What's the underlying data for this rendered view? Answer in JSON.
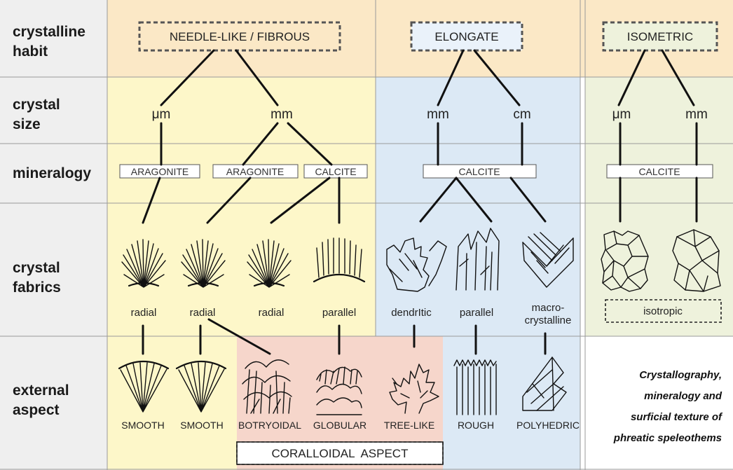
{
  "rows": {
    "habit": "crystalline habit",
    "habit_l1": "crystalline",
    "habit_l2": "habit",
    "size_l1": "crystal",
    "size_l2": "size",
    "mineralogy": "mineralogy",
    "fabrics_l1": "crystal",
    "fabrics_l2": "fabrics",
    "aspect_l1": "external",
    "aspect_l2": "aspect"
  },
  "habits": {
    "needle": "NEEDLE-LIKE / FIBROUS",
    "elongate": "ELONGATE",
    "isometric": "ISOMETRIC"
  },
  "sizes": {
    "needle_um": "μm",
    "needle_mm": "mm",
    "elongate_mm": "mm",
    "elongate_cm": "cm",
    "iso_um": "μm",
    "iso_mm": "mm"
  },
  "minerals": {
    "m1": "ARAGONITE",
    "m2": "ARAGONITE",
    "m3": "CALCITE",
    "m4": "CALCITE",
    "m5": "CALCITE"
  },
  "fabrics": {
    "f1": "radial",
    "f2": "radial",
    "f3": "radial",
    "f4": "parallel",
    "f5": "dendrItic",
    "f6": "parallel",
    "f7_l1": "macro-",
    "f7_l2": "crystalline",
    "f8": "isotropic"
  },
  "aspects": {
    "a1": "SMOOTH",
    "a2": "SMOOTH",
    "a3": "BOTRYOIDAL",
    "a4": "GLOBULAR",
    "a5": "TREE-LIKE",
    "a6": "ROUGH",
    "a7": "POLYHEDRIC"
  },
  "coralloidal": "CORALLOIDAL  ASPECT",
  "caption": {
    "l1": "Crystallography,",
    "l2": "mineralogy and",
    "l3": "surficial texture of",
    "l4": "phreatic speleothems"
  },
  "colors": {
    "label_bg": "#efefef",
    "habit_bg": "#fbe8c6",
    "needle_bg": "#fdf7c9",
    "elongate_bg": "#dce9f5",
    "iso_bg": "#eef2dc",
    "coral_bg": "#f6d6cb"
  }
}
